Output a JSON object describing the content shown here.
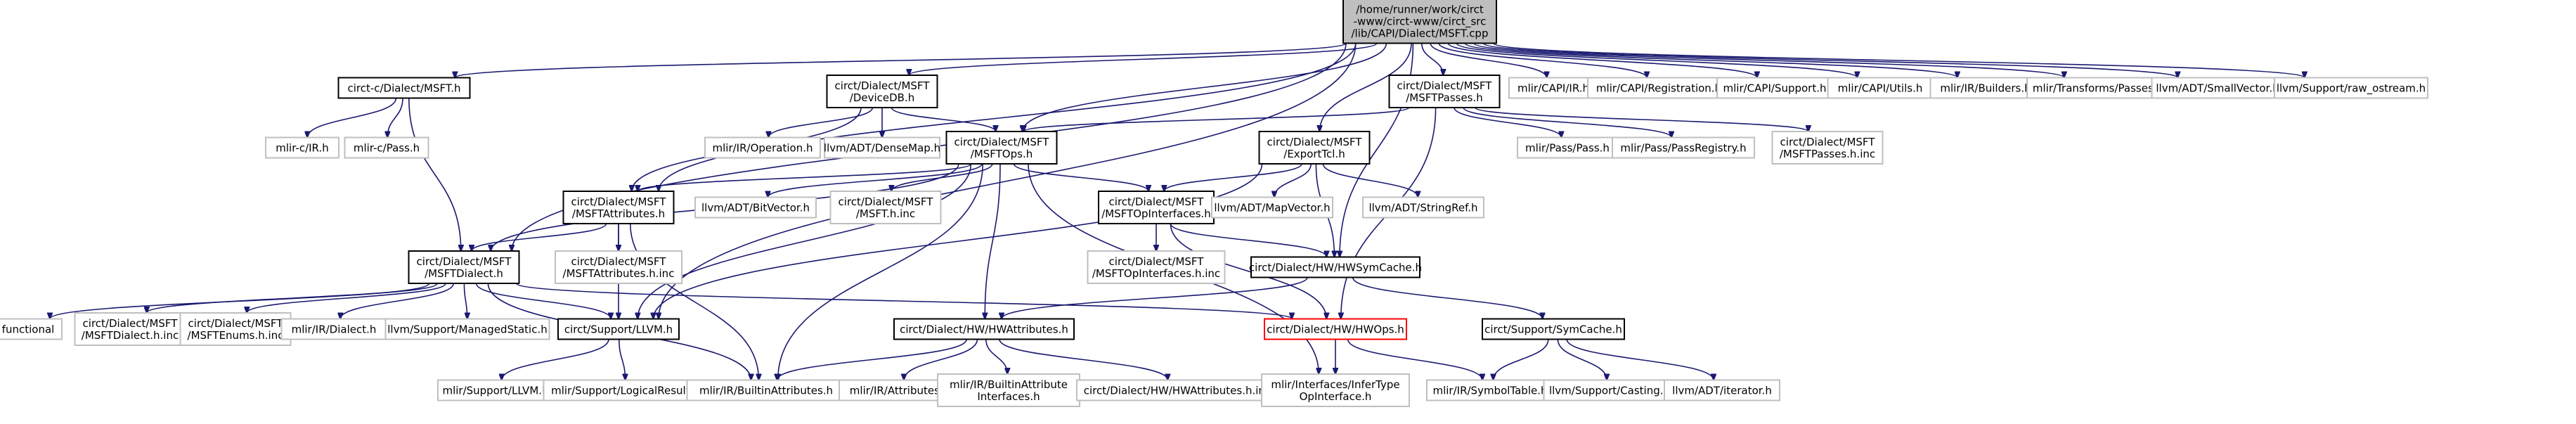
{
  "colors": {
    "background": "#ffffff",
    "root_fill": "#bfbfbf",
    "node_border": "#000000",
    "external_border": "#bfbfbf",
    "missing_border": "#ff0000",
    "edge": "#191970",
    "external_text": "#444444"
  },
  "nodes": [
    {
      "id": "root",
      "kind": "root",
      "lines": [
        "/home/runner/work/circt",
        "-www/circt-www/circt_src",
        "/lib/CAPI/Dialect/MSFT.cpp"
      ]
    },
    {
      "id": "capi_msft_h",
      "kind": "internal",
      "lines": [
        "circt-c/Dialect/MSFT.h"
      ]
    },
    {
      "id": "devicedb",
      "kind": "internal",
      "lines": [
        "circt/Dialect/MSFT",
        "/DeviceDB.h"
      ]
    },
    {
      "id": "msftpasses",
      "kind": "internal",
      "lines": [
        "circt/Dialect/MSFT",
        "/MSFTPasses.h"
      ]
    },
    {
      "id": "mlir_capi_ir",
      "kind": "external",
      "lines": [
        "mlir/CAPI/IR.h"
      ]
    },
    {
      "id": "mlir_capi_registration",
      "kind": "external",
      "lines": [
        "mlir/CAPI/Registration.h"
      ]
    },
    {
      "id": "mlir_capi_support",
      "kind": "external",
      "lines": [
        "mlir/CAPI/Support.h"
      ]
    },
    {
      "id": "mlir_capi_utils",
      "kind": "external",
      "lines": [
        "mlir/CAPI/Utils.h"
      ]
    },
    {
      "id": "mlir_ir_builders",
      "kind": "external",
      "lines": [
        "mlir/IR/Builders.h"
      ]
    },
    {
      "id": "mlir_transforms_passes",
      "kind": "external",
      "lines": [
        "mlir/Transforms/Passes.h"
      ]
    },
    {
      "id": "llvm_smallvector",
      "kind": "external",
      "lines": [
        "llvm/ADT/SmallVector.h"
      ]
    },
    {
      "id": "llvm_raw_ostream",
      "kind": "external",
      "lines": [
        "llvm/Support/raw_ostream.h"
      ]
    },
    {
      "id": "mlir_c_ir",
      "kind": "external",
      "lines": [
        "mlir-c/IR.h"
      ]
    },
    {
      "id": "mlir_c_pass",
      "kind": "external",
      "lines": [
        "mlir-c/Pass.h"
      ]
    },
    {
      "id": "mlir_ir_operation",
      "kind": "external",
      "lines": [
        "mlir/IR/Operation.h"
      ]
    },
    {
      "id": "llvm_densemap",
      "kind": "external",
      "lines": [
        "llvm/ADT/DenseMap.h"
      ]
    },
    {
      "id": "msftops",
      "kind": "internal",
      "lines": [
        "circt/Dialect/MSFT",
        "/MSFTOps.h"
      ]
    },
    {
      "id": "exporttcl",
      "kind": "internal",
      "lines": [
        "circt/Dialect/MSFT",
        "/ExportTcl.h"
      ]
    },
    {
      "id": "mlir_pass_pass",
      "kind": "external",
      "lines": [
        "mlir/Pass/Pass.h"
      ]
    },
    {
      "id": "mlir_pass_registry",
      "kind": "external",
      "lines": [
        "mlir/Pass/PassRegistry.h"
      ]
    },
    {
      "id": "msftpasses_inc",
      "kind": "external",
      "lines": [
        "circt/Dialect/MSFT",
        "/MSFTPasses.h.inc"
      ]
    },
    {
      "id": "msftattributes",
      "kind": "internal",
      "lines": [
        "circt/Dialect/MSFT",
        "/MSFTAttributes.h"
      ]
    },
    {
      "id": "llvm_bitvector",
      "kind": "external",
      "lines": [
        "llvm/ADT/BitVector.h"
      ]
    },
    {
      "id": "msft_h_inc",
      "kind": "external",
      "lines": [
        "circt/Dialect/MSFT",
        "/MSFT.h.inc"
      ]
    },
    {
      "id": "msftopinterfaces",
      "kind": "internal",
      "lines": [
        "circt/Dialect/MSFT",
        "/MSFTOpInterfaces.h"
      ]
    },
    {
      "id": "llvm_mapvector",
      "kind": "external",
      "lines": [
        "llvm/ADT/MapVector.h"
      ]
    },
    {
      "id": "llvm_stringref",
      "kind": "external",
      "lines": [
        "llvm/ADT/StringRef.h"
      ]
    },
    {
      "id": "msftdialect",
      "kind": "internal",
      "lines": [
        "circt/Dialect/MSFT",
        "/MSFTDialect.h"
      ]
    },
    {
      "id": "msftattributes_inc",
      "kind": "external",
      "lines": [
        "circt/Dialect/MSFT",
        "/MSFTAttributes.h.inc"
      ]
    },
    {
      "id": "msftopinterfaces_inc",
      "kind": "external",
      "lines": [
        "circt/Dialect/MSFT",
        "/MSFTOpInterfaces.h.inc"
      ]
    },
    {
      "id": "hwsymcache",
      "kind": "internal",
      "lines": [
        "circt/Dialect/HW/HWSymCache.h"
      ]
    },
    {
      "id": "functional",
      "kind": "external",
      "lines": [
        "functional"
      ]
    },
    {
      "id": "msftdialect_inc",
      "kind": "external",
      "lines": [
        "circt/Dialect/MSFT",
        "/MSFTDialect.h.inc"
      ]
    },
    {
      "id": "msftenums_inc",
      "kind": "external",
      "lines": [
        "circt/Dialect/MSFT",
        "/MSFTEnums.h.inc"
      ]
    },
    {
      "id": "mlir_ir_dialect",
      "kind": "external",
      "lines": [
        "mlir/IR/Dialect.h"
      ]
    },
    {
      "id": "llvm_managedstatic",
      "kind": "external",
      "lines": [
        "llvm/Support/ManagedStatic.h"
      ]
    },
    {
      "id": "support_llvm",
      "kind": "internal",
      "lines": [
        "circt/Support/LLVM.h"
      ]
    },
    {
      "id": "hwattributes",
      "kind": "internal",
      "lines": [
        "circt/Dialect/HW/HWAttributes.h"
      ]
    },
    {
      "id": "hwops",
      "kind": "missing",
      "lines": [
        "circt/Dialect/HW/HWOps.h"
      ]
    },
    {
      "id": "symcache",
      "kind": "internal",
      "lines": [
        "circt/Support/SymCache.h"
      ]
    },
    {
      "id": "mlir_support_llvm",
      "kind": "external",
      "lines": [
        "mlir/Support/LLVM.h"
      ]
    },
    {
      "id": "mlir_support_logicalresult",
      "kind": "external",
      "lines": [
        "mlir/Support/LogicalResult.h"
      ]
    },
    {
      "id": "mlir_ir_builtinattributes",
      "kind": "external",
      "lines": [
        "mlir/IR/BuiltinAttributes.h"
      ]
    },
    {
      "id": "mlir_ir_attributes",
      "kind": "external",
      "lines": [
        "mlir/IR/Attributes.h"
      ]
    },
    {
      "id": "mlir_ir_builtinattributeinterfaces",
      "kind": "external",
      "lines": [
        "mlir/IR/BuiltinAttribute",
        "Interfaces.h"
      ]
    },
    {
      "id": "hwattributes_inc",
      "kind": "external",
      "lines": [
        "circt/Dialect/HW/HWAttributes.h.inc"
      ]
    },
    {
      "id": "infertypeopinterface",
      "kind": "external",
      "lines": [
        "mlir/Interfaces/InferType",
        "OpInterface.h"
      ]
    },
    {
      "id": "mlir_ir_symboltable",
      "kind": "external",
      "lines": [
        "mlir/IR/SymbolTable.h"
      ]
    },
    {
      "id": "llvm_casting",
      "kind": "external",
      "lines": [
        "llvm/Support/Casting.h"
      ]
    },
    {
      "id": "llvm_iterator",
      "kind": "external",
      "lines": [
        "llvm/ADT/iterator.h"
      ]
    }
  ],
  "edges": [
    [
      "root",
      "capi_msft_h"
    ],
    [
      "root",
      "devicedb"
    ],
    [
      "root",
      "msftpasses"
    ],
    [
      "root",
      "mlir_capi_ir"
    ],
    [
      "root",
      "mlir_capi_registration"
    ],
    [
      "root",
      "mlir_capi_support"
    ],
    [
      "root",
      "mlir_capi_utils"
    ],
    [
      "root",
      "mlir_ir_builders"
    ],
    [
      "root",
      "mlir_transforms_passes"
    ],
    [
      "root",
      "llvm_smallvector"
    ],
    [
      "root",
      "llvm_raw_ostream"
    ],
    [
      "root",
      "msftops"
    ],
    [
      "root",
      "exporttcl"
    ],
    [
      "root",
      "msftattributes"
    ],
    [
      "root",
      "msftdialect"
    ],
    [
      "root",
      "support_llvm"
    ],
    [
      "root",
      "hwsymcache"
    ],
    [
      "capi_msft_h",
      "mlir_c_ir"
    ],
    [
      "capi_msft_h",
      "mlir_c_pass"
    ],
    [
      "capi_msft_h",
      "msftdialect"
    ],
    [
      "devicedb",
      "mlir_ir_operation"
    ],
    [
      "devicedb",
      "llvm_densemap"
    ],
    [
      "devicedb",
      "msftops"
    ],
    [
      "devicedb",
      "msftattributes"
    ],
    [
      "msftpasses",
      "msftops"
    ],
    [
      "msftpasses",
      "mlir_pass_pass"
    ],
    [
      "msftpasses",
      "mlir_pass_registry"
    ],
    [
      "msftpasses",
      "msftpasses_inc"
    ],
    [
      "msftpasses",
      "hwops"
    ],
    [
      "msftops",
      "msftattributes"
    ],
    [
      "msftops",
      "llvm_bitvector"
    ],
    [
      "msftops",
      "msft_h_inc"
    ],
    [
      "msftops",
      "msftopinterfaces"
    ],
    [
      "msftops",
      "msftdialect"
    ],
    [
      "msftops",
      "support_llvm"
    ],
    [
      "msftops",
      "hwattributes"
    ],
    [
      "msftops",
      "mlir_ir_builtinattributes"
    ],
    [
      "msftops",
      "infertypeopinterface"
    ],
    [
      "exporttcl",
      "msftopinterfaces"
    ],
    [
      "exporttcl",
      "llvm_mapvector"
    ],
    [
      "exporttcl",
      "llvm_stringref"
    ],
    [
      "exporttcl",
      "hwsymcache"
    ],
    [
      "exporttcl",
      "support_llvm"
    ],
    [
      "msftattributes",
      "msftdialect"
    ],
    [
      "msftattributes",
      "msftattributes_inc"
    ],
    [
      "msftattributes",
      "support_llvm"
    ],
    [
      "msftattributes",
      "mlir_ir_builtinattributes"
    ],
    [
      "msftopinterfaces",
      "msftopinterfaces_inc"
    ],
    [
      "msftopinterfaces",
      "hwsymcache"
    ],
    [
      "msftopinterfaces",
      "hwops"
    ],
    [
      "hwsymcache",
      "hwattributes"
    ],
    [
      "hwsymcache",
      "symcache"
    ],
    [
      "msftdialect",
      "functional"
    ],
    [
      "msftdialect",
      "msftdialect_inc"
    ],
    [
      "msftdialect",
      "msftenums_inc"
    ],
    [
      "msftdialect",
      "mlir_ir_dialect"
    ],
    [
      "msftdialect",
      "llvm_managedstatic"
    ],
    [
      "msftdialect",
      "support_llvm"
    ],
    [
      "msftdialect",
      "hwops"
    ],
    [
      "msftdialect",
      "mlir_ir_builtinattributes"
    ],
    [
      "support_llvm",
      "mlir_support_llvm"
    ],
    [
      "support_llvm",
      "mlir_support_logicalresult"
    ],
    [
      "hwattributes",
      "mlir_ir_builtinattributes"
    ],
    [
      "hwattributes",
      "mlir_ir_attributes"
    ],
    [
      "hwattributes",
      "mlir_ir_builtinattributeinterfaces"
    ],
    [
      "hwattributes",
      "hwattributes_inc"
    ],
    [
      "hwops",
      "infertypeopinterface"
    ],
    [
      "hwops",
      "mlir_ir_symboltable"
    ],
    [
      "symcache",
      "mlir_ir_symboltable"
    ],
    [
      "symcache",
      "llvm_casting"
    ],
    [
      "symcache",
      "llvm_iterator"
    ]
  ]
}
